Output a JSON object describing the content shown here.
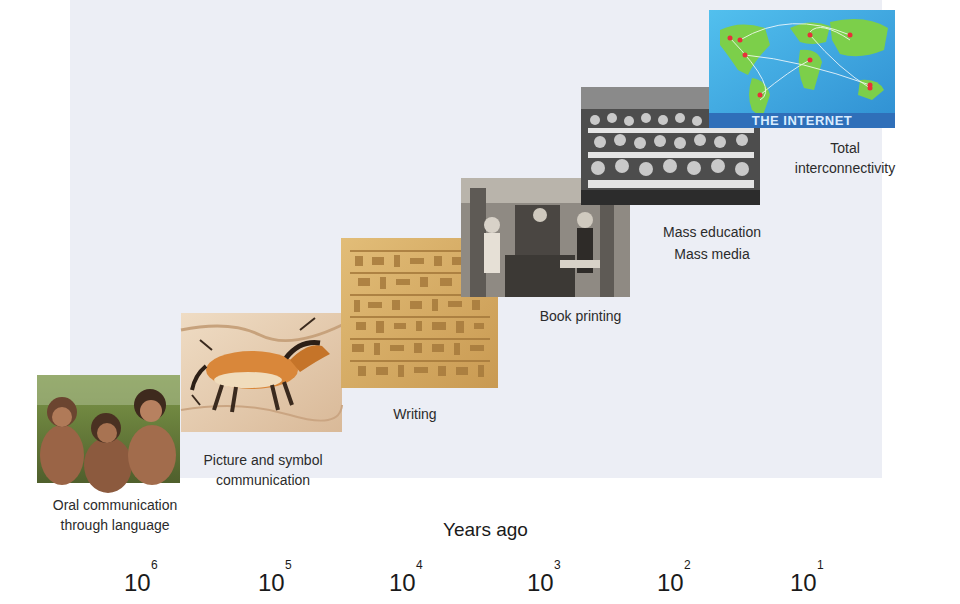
{
  "diagram": {
    "nodes": [
      {
        "text": [
          "Oral communication through language"
        ]
      },
      {
        "text": [
          "Picture and symbol communication"
        ]
      },
      {
        "text": [
          "Writing"
        ]
      },
      {
        "text": [
          "Book printing"
        ]
      },
      {
        "text": [
          "Mass education",
          "Mass media"
        ]
      },
      {
        "text": [
          "THE INTERNET",
          "Total interconnectivity"
        ]
      }
    ],
    "labels": [
      "Years ago",
      "10",
      "6",
      "10",
      "5",
      "10",
      "4",
      "10",
      "3",
      "10",
      "2",
      "10",
      "1"
    ]
  }
}
